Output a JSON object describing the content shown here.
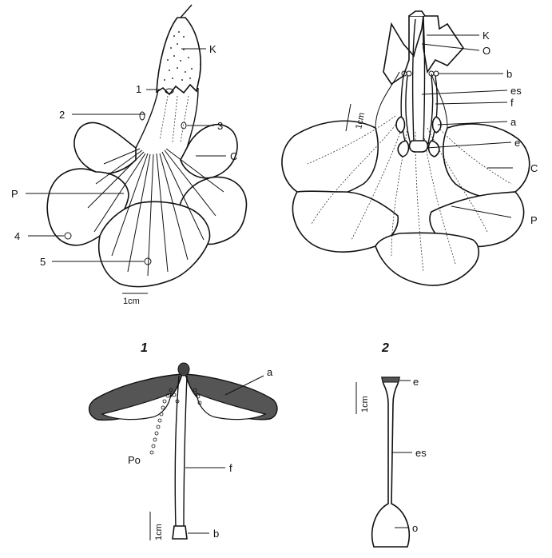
{
  "figure_a": {
    "labels": {
      "k": "K",
      "n1": "1",
      "n2": "2",
      "n3": "3",
      "c": "C",
      "p": "P",
      "n4": "4",
      "n5": "5"
    },
    "scale": "1cm"
  },
  "figure_b": {
    "labels": {
      "k": "K",
      "o": "O",
      "b": "b",
      "es": "es",
      "f": "f",
      "a": "a",
      "e": "e",
      "c": "C",
      "p": "P"
    },
    "scale": "1cm"
  },
  "figure_1": {
    "number": "1",
    "labels": {
      "a": "a",
      "po": "Po",
      "f": "f",
      "b": "b"
    },
    "scale": "1cm"
  },
  "figure_2": {
    "number": "2",
    "labels": {
      "e": "e",
      "es": "es",
      "o": "o"
    },
    "scale": "1cm"
  }
}
